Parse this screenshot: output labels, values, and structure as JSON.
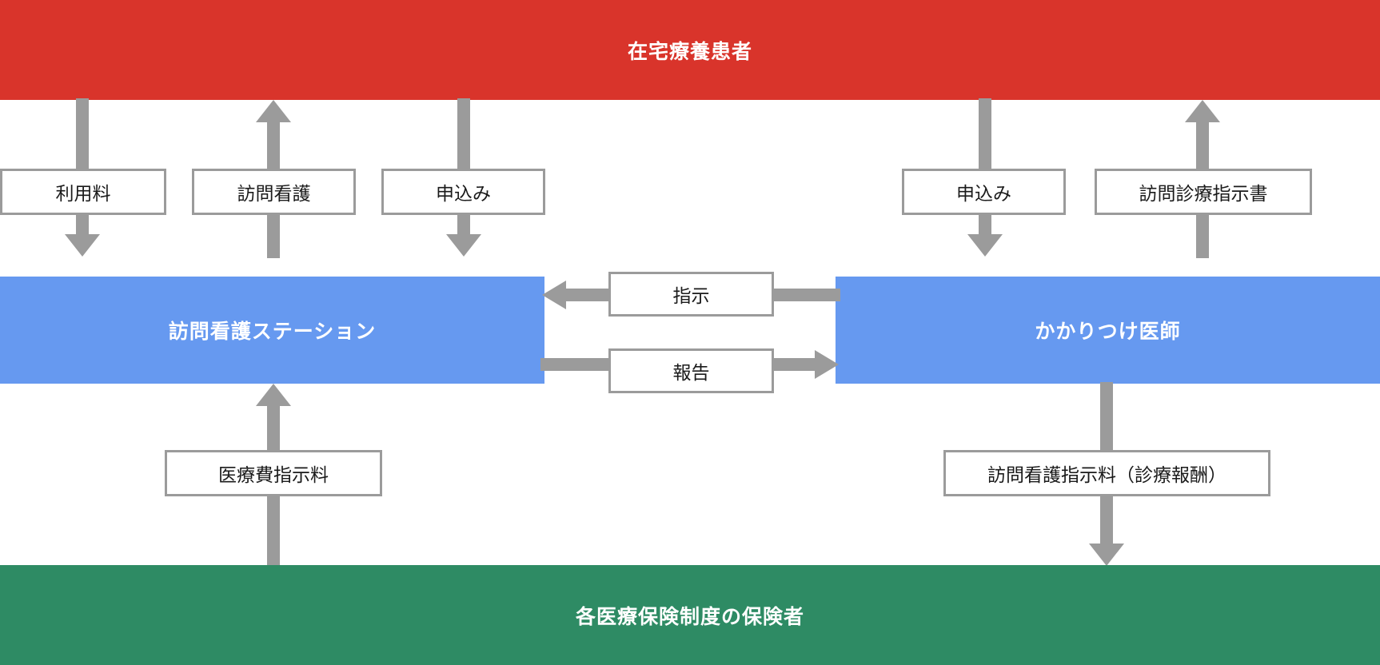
{
  "diagram": {
    "title_visible": false,
    "colors": {
      "patient_band": "#D9342B",
      "provider_band": "#6699F0",
      "insurer_band": "#2E8B64",
      "arrow": "#9b9b9b",
      "label_border": "#9b9b9b",
      "label_fill": "#ffffff",
      "band_text": "#ffffff",
      "label_text": "#1a1a1a"
    },
    "nodes": {
      "patient": "在宅療養患者",
      "visiting_nurse_station": "訪問看護ステーション",
      "family_doctor": "かかりつけ医師",
      "insurer": "各医療保険制度の保険者"
    },
    "edge_labels": {
      "usage_fee": "利用料",
      "visiting_nursing": "訪問看護",
      "application_left": "申込み",
      "application_right": "申込み",
      "home_care_directive": "訪問診療指示書",
      "instruction": "指示",
      "report": "報告",
      "medical_fee_directive": "医療費指示料",
      "nursing_directive_fee": "訪問看護指示料（診療報酬）"
    },
    "edges": [
      {
        "id": "patient-to-station-fee",
        "from": "在宅療養患者",
        "to": "訪問看護ステーション",
        "label": "利用料",
        "direction": "down"
      },
      {
        "id": "station-to-patient-nursing",
        "from": "訪問看護ステーション",
        "to": "在宅療養患者",
        "label": "訪問看護",
        "direction": "up"
      },
      {
        "id": "patient-to-station-apply",
        "from": "在宅療養患者",
        "to": "訪問看護ステーション",
        "label": "申込み",
        "direction": "down"
      },
      {
        "id": "patient-to-doctor-apply",
        "from": "在宅療養患者",
        "to": "かかりつけ医師",
        "label": "申込み",
        "direction": "down"
      },
      {
        "id": "doctor-to-patient-directive",
        "from": "かかりつけ医師",
        "to": "在宅療養患者",
        "label": "訪問診療指示書",
        "direction": "up"
      },
      {
        "id": "doctor-to-station-instruction",
        "from": "かかりつけ医師",
        "to": "訪問看護ステーション",
        "label": "指示",
        "direction": "left"
      },
      {
        "id": "station-to-doctor-report",
        "from": "訪問看護ステーション",
        "to": "かかりつけ医師",
        "label": "報告",
        "direction": "right"
      },
      {
        "id": "insurer-to-station-fee",
        "from": "各医療保険制度の保険者",
        "to": "訪問看護ステーション",
        "label": "医療費指示料",
        "direction": "up"
      },
      {
        "id": "doctor-to-insurer-fee",
        "from": "かかりつけ医師",
        "to": "各医療保険制度の保険者",
        "label": "訪問看護指示料（診療報酬）",
        "direction": "down"
      }
    ]
  }
}
